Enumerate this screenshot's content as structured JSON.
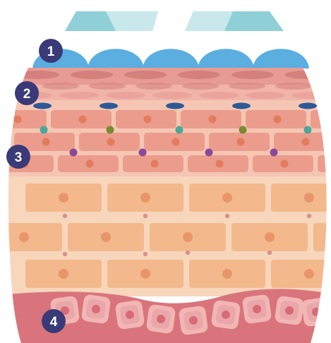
{
  "markers": [
    {
      "number": "1",
      "layer": "1"
    },
    {
      "number": "2",
      "layer": "2"
    },
    {
      "number": "3",
      "layer": "3"
    },
    {
      "number": "4",
      "layer": "4"
    }
  ],
  "colors": {
    "background": "#ffffff",
    "flake": "#8fd0d8",
    "flake_light": "#c8e8ec",
    "dome": "#5aaee0",
    "stratum2_a": "#e89a94",
    "stratum2_b": "#f0b4a8",
    "stratum2_oval": "#d4807c",
    "stratum3_bg": "#f5c6b4",
    "stratum3_cell": "#ec9c8c",
    "stratum3_nucleus": "#e27c5c",
    "stratum4_bg": "#f7d6bc",
    "stratum4_cell": "#f3b98c",
    "stratum4_nucleus": "#e9956a",
    "stratum4_dot": "#d89090",
    "basal_band": "#d9747c",
    "basal_cell": "#f2b6b4",
    "basal_cell_inner": "#e39aa0",
    "basal_nucleus": "#d96a78",
    "flat_cell": "#2d5a96",
    "dot_teal": "#4aa898",
    "dot_olive": "#7a8a30",
    "dot_purple": "#8a4a98",
    "marker_bg": "#3a3a78",
    "marker_text": "#ffffff"
  },
  "icons": {
    "marker": "numbered-circle-badge",
    "flake": "skin-flake-shape",
    "dome": "dome-cell-shape"
  }
}
